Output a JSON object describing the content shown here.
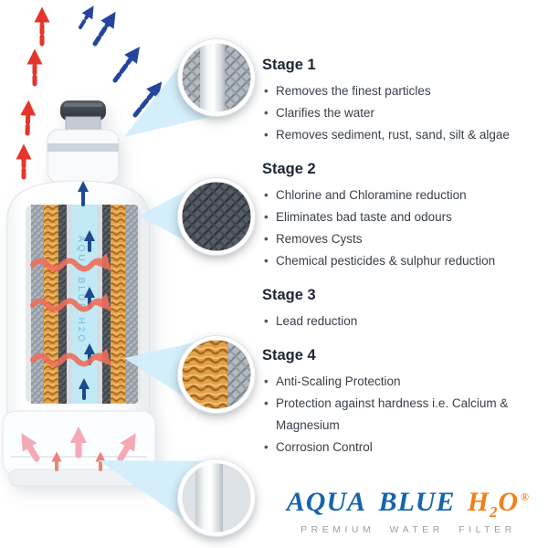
{
  "diagram": {
    "filter_label": "AQUA BLUE H2O"
  },
  "stages": [
    {
      "title": "Stage 1",
      "bullets": [
        "Removes the finest particles",
        "Clarifies the water",
        "Removes sediment, rust, sand, silt & algae"
      ]
    },
    {
      "title": "Stage 2",
      "bullets": [
        "Chlorine and Chloramine reduction",
        "Eliminates bad taste and odours",
        "Removes Cysts",
        "Chemical pesticides & sulphur reduction"
      ]
    },
    {
      "title": "Stage 3",
      "bullets": [
        "Lead reduction"
      ]
    },
    {
      "title": "Stage 4",
      "bullets": [
        "Anti-Scaling Protection",
        "Protection against hardness i.e. Calcium & Magnesium",
        "Corrosion Control"
      ]
    }
  ],
  "logo": {
    "word1": "AQUA",
    "word2": "BLUE",
    "h": "H",
    "subscript": "2",
    "o": "O",
    "registered": "®",
    "tagline": "PREMIUM WATER FILTER"
  },
  "colors": {
    "brand_blue": "#1465ad",
    "brand_orange": "#f08019",
    "beam_blue": "#d2eefb",
    "arrow_red": "#e5352b",
    "arrow_blue": "#24459e",
    "ribbon_coral": "#ef6e5c",
    "coil_orange": "#e2a04a",
    "channel_blue": "#c0e8f5"
  }
}
